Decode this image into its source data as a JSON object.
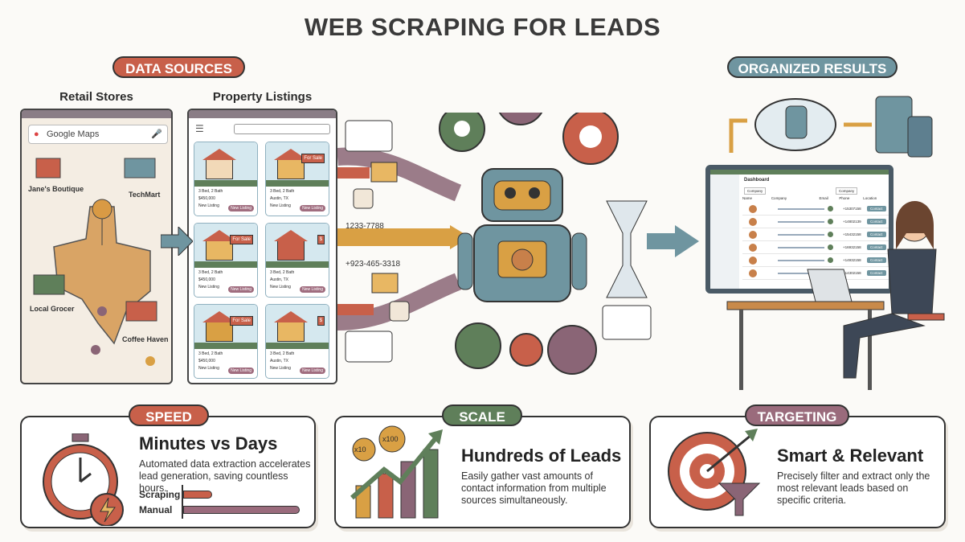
{
  "title": "WEB SCRAPING FOR LEADS",
  "sections": {
    "data_sources": {
      "label": "DATA SOURCES",
      "color": "#c8604a"
    },
    "organized_results": {
      "label": "ORGANIZED RESULTS",
      "color": "#6f95a0"
    }
  },
  "retail": {
    "heading": "Retail Stores",
    "search_placeholder": "Google Maps",
    "stores": [
      "Jane's Boutique",
      "TechMart",
      "Local Grocer",
      "Coffee Haven"
    ]
  },
  "property": {
    "heading": "Property Listings",
    "listings": [
      {
        "beds": "3 Bed, 2 Bath",
        "info": "$450,000",
        "status": "New Listing",
        "badge": "New Listing"
      },
      {
        "beds": "3 Bed, 2 Bath",
        "info": "Austin, TX",
        "status": "New Listing",
        "badge": "New Listing",
        "sign": "For Sale"
      },
      {
        "beds": "3 Bed, 2 Bath",
        "info": "$450,000",
        "status": "New Listing",
        "badge": "New Listing",
        "sign": "For Sale"
      },
      {
        "beds": "3 Bed, 2 Bath",
        "info": "Austin, TX",
        "status": "New Listing",
        "badge": "New Listing",
        "sign": "$"
      },
      {
        "beds": "3 Bed, 2 Bath",
        "info": "$450,000",
        "status": "New Listing",
        "badge": "New Listing",
        "sign": "For Sale"
      },
      {
        "beds": "3 Bed, 2 Bath",
        "info": "Austin, TX",
        "status": "New Listing",
        "badge": "New Listing",
        "sign": "$"
      }
    ]
  },
  "flow": {
    "phone1": "1233-7788",
    "phone2": "+923-465-3318"
  },
  "dashboard": {
    "title": "Dashboard",
    "filter1": "Company",
    "filter2": "Company",
    "columns": [
      "Name",
      "Company",
      "Email",
      "Phone",
      "Location"
    ],
    "rows": [
      "+15307158",
      "+14802139",
      "+15432158",
      "+16932158",
      "+14932158",
      "+14302158"
    ],
    "row_action": "Contact"
  },
  "cards": [
    {
      "pill": "SPEED",
      "color": "#c8604a",
      "title": "Minutes vs Days",
      "text": "Automated data extraction accelerates lead generation, saving countless hours.",
      "bars": [
        {
          "label": "Scraping",
          "value": 0.25,
          "color": "#c8604a"
        },
        {
          "label": "Manual",
          "value": 1.0,
          "color": "#9a6b7c"
        }
      ]
    },
    {
      "pill": "SCALE",
      "color": "#5f7f5a",
      "title": "Hundreds of Leads",
      "text": "Easily gather vast amounts of contact information from multiple sources simultaneously.",
      "coins": [
        "x10",
        "x100"
      ]
    },
    {
      "pill": "TARGETING",
      "color": "#9a6b7c",
      "title": "Smart & Relevant",
      "text": "Precisely filter and extract only the most relevant leads based on specific criteria."
    }
  ]
}
